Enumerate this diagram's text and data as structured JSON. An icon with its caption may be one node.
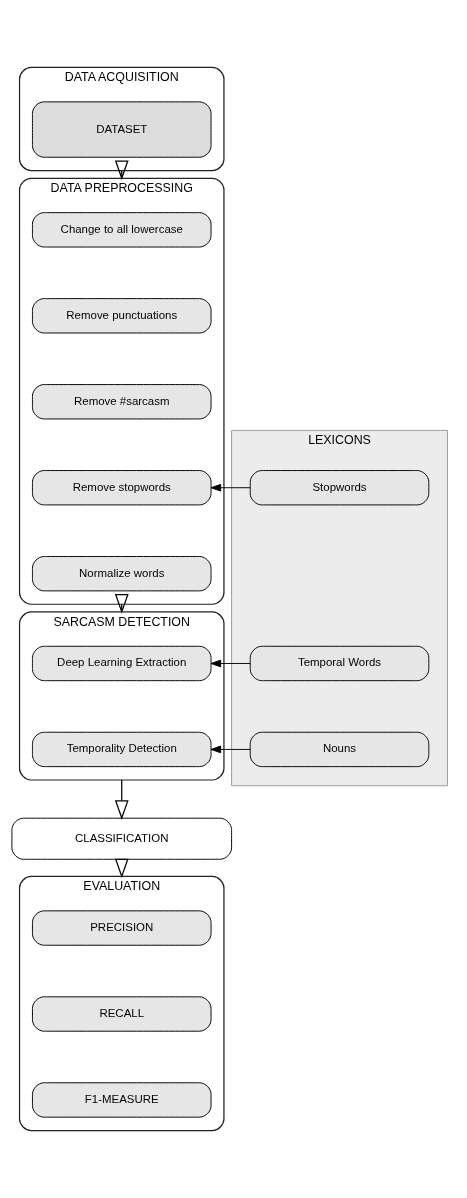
{
  "diagram": {
    "nodes": [
      {
        "text": [
          "DATA ACQUISITION"
        ]
      },
      {
        "text": [
          "DATASET"
        ],
        "in": 0
      },
      {
        "text": [
          "DATA PREPROCESSING"
        ]
      },
      {
        "text": [
          "Change to all lowercase"
        ],
        "in": 2
      },
      {
        "text": [
          "Remove punctuations"
        ],
        "in": 2
      },
      {
        "text": [
          "Remove #sarcasm"
        ],
        "in": 2
      },
      {
        "text": [
          "Remove stopwords"
        ],
        "in": 2
      },
      {
        "text": [
          "Normalize words"
        ],
        "in": 2
      },
      {
        "text": [
          "LEXICONS"
        ]
      },
      {
        "text": [
          "Stopwords"
        ],
        "in": 8
      },
      {
        "text": [
          "SARCASM DETECTION"
        ]
      },
      {
        "text": [
          "Deep Learning Extraction"
        ],
        "in": 10
      },
      {
        "text": [
          "Temporality Detection"
        ],
        "in": 10
      },
      {
        "text": [
          "Temporal Words"
        ],
        "in": 8
      },
      {
        "text": [
          "Nouns"
        ],
        "in": 8
      },
      {
        "text": [
          "CLASSIFICATION"
        ]
      },
      {
        "text": [
          "EVALUATION"
        ]
      },
      {
        "text": [
          "PRECISION"
        ],
        "in": 16
      },
      {
        "text": [
          "RECALL"
        ],
        "in": 16
      },
      {
        "text": [
          "F1-MEASURE"
        ],
        "in": 16
      }
    ],
    "edges": [
      {
        "from": 0,
        "to": 2,
        "arrow": "to"
      },
      {
        "from": 9,
        "to": 6,
        "arrow": "to"
      },
      {
        "from": 2,
        "to": 10,
        "arrow": "to"
      },
      {
        "from": 13,
        "to": 11,
        "arrow": "to"
      },
      {
        "from": 14,
        "to": 12,
        "arrow": "to"
      },
      {
        "from": 10,
        "to": 15,
        "arrow": "to"
      },
      {
        "from": 15,
        "to": 16,
        "arrow": "to"
      }
    ]
  }
}
